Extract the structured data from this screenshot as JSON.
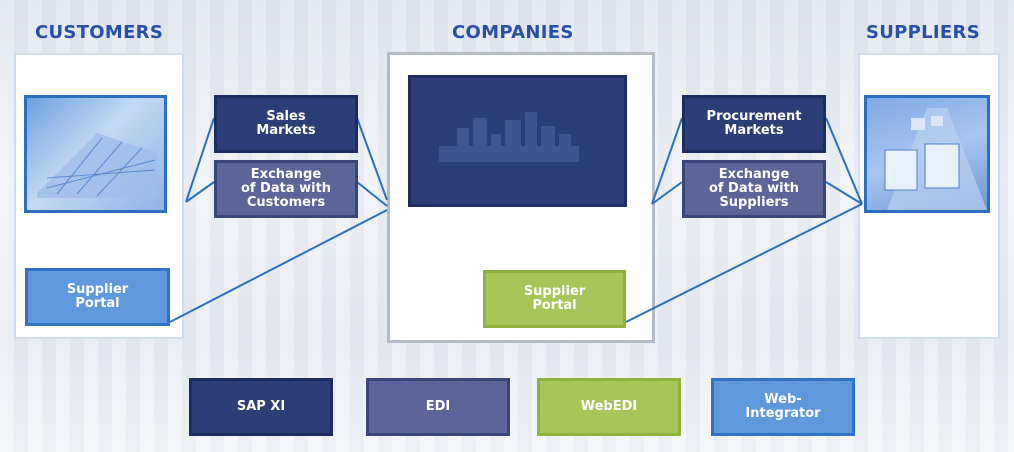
{
  "headings": {
    "customers": "CUSTOMERS",
    "companies": "COMPANIES",
    "suppliers": "SUPPLIERS"
  },
  "customers": {
    "sales_markets": "Sales\nMarkets",
    "exchange_customers": "Exchange\nof Data with\nCustomers",
    "supplier_portal": "Supplier\nPortal"
  },
  "companies": {
    "supplier_portal": "Supplier\nPortal"
  },
  "suppliers": {
    "procurement_markets": "Procurement\nMarkets",
    "exchange_suppliers": "Exchange\nof Data with\nSuppliers"
  },
  "legend": {
    "sap_xi": "SAP XI",
    "edi": "EDI",
    "webedi": "WebEDI",
    "web_integrator": "Web-\nIntegrator"
  },
  "colors": {
    "heading": "#2a4fa6",
    "navy": "#2c3e78",
    "slate": "#5b6598",
    "green": "#a7c65a",
    "light_blue": "#5f98dc",
    "connector": "#2b6fbf"
  }
}
